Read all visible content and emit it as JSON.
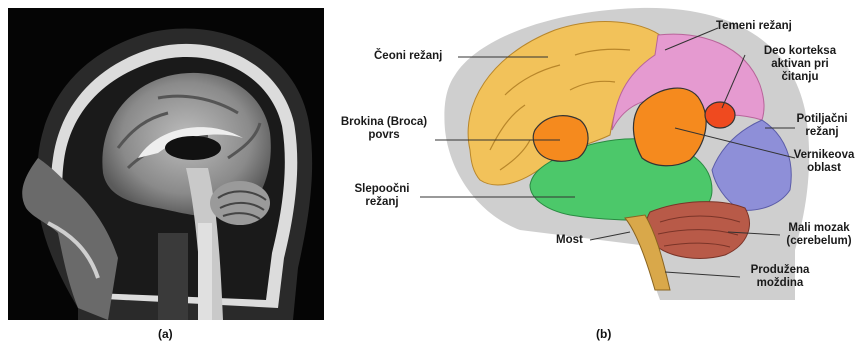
{
  "panel_a": {
    "caption": "(a)",
    "image": "sagittal-mri-head-scan"
  },
  "panel_b": {
    "caption": "(b)",
    "image": "lateral-brain-illustration",
    "labels": {
      "frontal_lobe": "Čeoni režanj",
      "parietal_lobe": "Temeni režanj",
      "reading_cortex": [
        "Deo korteksa",
        "aktivan pri",
        "čitanju"
      ],
      "broca_area": [
        "Brokina (Broca)",
        "povrs"
      ],
      "occipital_lobe": [
        "Potiljačni",
        "režanj"
      ],
      "wernicke_area": [
        "Vernikeova",
        "oblast"
      ],
      "temporal_lobe": [
        "Slepoočni",
        "režanj"
      ],
      "pons": "Most",
      "cerebellum": [
        "Mali mozak",
        "(cerebelum)"
      ],
      "medulla": [
        "Produžena",
        "moždina"
      ]
    },
    "colors": {
      "frontal": "#f2c25a",
      "parietal": "#e59ad0",
      "occipital": "#8e8fd8",
      "temporal": "#4cc86a",
      "broca": "#f58a1e",
      "wernicke": "#f58a1e",
      "reading": "#ef4a1f",
      "cerebellum": "#b85a48",
      "brainstem": "#d9a84a",
      "head": "#c8c8c8"
    }
  }
}
